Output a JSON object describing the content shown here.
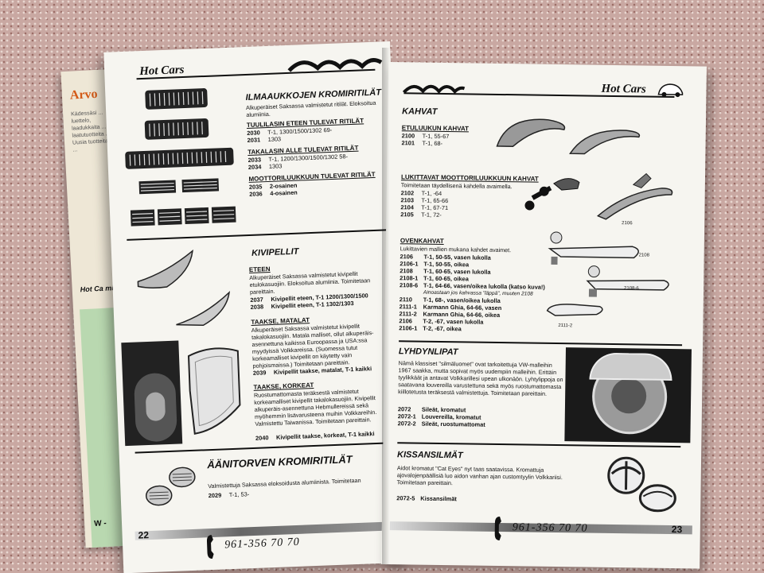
{
  "brand": "Hot Cars",
  "phone": "961-356 70 70",
  "back_page": {
    "title": "Arvo",
    "cover_text": "Kädessäsi ... luettelo, laadukkaita ... laatutuotteita ... Uusia tuotteita ...",
    "hot_text": "Hot Ca mitä V",
    "bottom_letter": "W -"
  },
  "left_page": {
    "page_number": "22",
    "grilles": {
      "title": "ILMAAUKKOJEN KROMIRITILÄT",
      "intro": "Alkuperäiset Saksassa valmistetut ritilät. Eloksoitua alumiinia.",
      "groups": [
        {
          "heading": "TUULILASIN ETEEN TULEVAT RITILÄT",
          "rows": [
            {
              "code": "2030",
              "desc": "T-1, 1300/1500/1302 69-"
            },
            {
              "code": "2031",
              "desc": "1303"
            }
          ]
        },
        {
          "heading": "TAKALASIN ALLE TULEVAT RITILÄT",
          "rows": [
            {
              "code": "2033",
              "desc": "T-1, 1200/1300/1500/1302 58-"
            },
            {
              "code": "2034",
              "desc": "1303"
            }
          ]
        },
        {
          "heading": "MOOTTORILUUKKUUN TULEVAT RITILÄT",
          "rows": [
            {
              "code": "2035",
              "desc": "2-osainen"
            },
            {
              "code": "2036",
              "desc": "4-osainen"
            }
          ]
        }
      ]
    },
    "kivipellit": {
      "title": "KIVIPELLIT",
      "eteen": {
        "heading": "ETEEN",
        "text": "Alkuperäiset Saksassa valmistetut kivipellit etulokasuojiin. Eloksoitua alumiinia. Toimitetaan pareittain.",
        "rows": [
          {
            "code": "2037",
            "desc": "Kivipellit eteen, T-1 1200/1300/1500"
          },
          {
            "code": "2038",
            "desc": "Kivipellit eteen, T-1 1302/1303"
          }
        ]
      },
      "matalat": {
        "heading": "TAAKSE, MATALAT",
        "text": "Alkuperäiset Saksassa valmistetut kivipellit takalokasuojiin. Matala malliset, ollut alkuperäis-asennettuna kaikissa Euroopassa ja USA:ssa myydyissä Volkkareissa. (Suomessa tutut korkeamalliset kivipellit on käytetty vain pohjoismaissa.) Toimitetaan pareittain.",
        "rows": [
          {
            "code": "2039",
            "desc": "Kivipellit taakse, matalat, T-1 kaikki"
          }
        ]
      },
      "korkeat": {
        "heading": "TAAKSE, KORKEAT",
        "text": "Ruostumattomasta teräksestä valmistetut korkeamalliset kivipellit takalokasuojiin. Kivipellit alkuperäis-asennettuna Hebmullereissä sekä myöhemmin lisävarusteena muihin Volkkareihin. Valmistettu Taiwanissa. Toimitetaan pareittain.",
        "rows": [
          {
            "code": "2040",
            "desc": "Kivipellit taakse, korkeat, T-1 kaikki"
          }
        ]
      }
    },
    "aanitorvi": {
      "title": "ÄÄNITORVEN KROMIRITILÄT",
      "text": "Valmistettuja Saksassa eloksoidusta alumiinista. Toimitetaan",
      "rows": [
        {
          "code": "2029",
          "desc": "T-1, 53-"
        }
      ]
    }
  },
  "right_page": {
    "page_number": "23",
    "kahvat": {
      "title": "KAHVAT",
      "etuluukun": {
        "heading": "ETULUUKUN KAHVAT",
        "rows": [
          {
            "code": "2100",
            "desc": "T-1, 55-67"
          },
          {
            "code": "2101",
            "desc": "T-1, 68-"
          }
        ]
      },
      "lukittavat": {
        "heading": "LUKITTAVAT MOOTTORILUUKKUUN KAHVAT",
        "text": "Toimitetaan täydellisenä kahdella avaimella.",
        "rows": [
          {
            "code": "2102",
            "desc": "T-1, -64"
          },
          {
            "code": "2103",
            "desc": "T-1, 65-66"
          },
          {
            "code": "2104",
            "desc": "T-1, 67-71"
          },
          {
            "code": "2105",
            "desc": "T-1, 72-"
          }
        ],
        "label": "2106"
      },
      "ovenkahvat": {
        "heading": "OVENKAHVAT",
        "text": "Lukittavien mallien mukana kahdet avaimet.",
        "rows": [
          {
            "code": "2106",
            "desc": "T-1, 50-55, vasen lukolla"
          },
          {
            "code": "2106-1",
            "desc": "T-1, 50-55, oikea"
          },
          {
            "code": "2108",
            "desc": "T-1, 60-65, vasen lukolla"
          },
          {
            "code": "2108-1",
            "desc": "T-1, 60-65, oikea"
          },
          {
            "code": "2108-6",
            "desc": "T-1, 64-66, vasen/oikea lukolla (katso kuva!)"
          }
        ],
        "note": "Ainoastaan jos kahvassa \"läppä\", muuten 2108",
        "rows2": [
          {
            "code": "2110",
            "desc": "T-1, 68-, vasen/oikea lukolla"
          },
          {
            "code": "2111-1",
            "desc": "Karmann Ghia, 64-66, vasen"
          },
          {
            "code": "2111-2",
            "desc": "Karmann Ghia, 64-66, oikea"
          },
          {
            "code": "2106",
            "desc": "T-2, -67, vasen lukolla"
          },
          {
            "code": "2106-1",
            "desc": "T-2, -67, oikea"
          }
        ],
        "labels": {
          "a": "2108",
          "b": "2108-6",
          "c": "2111-2"
        }
      }
    },
    "lyhdynlipat": {
      "title": "LYHDYNLIPAT",
      "text": "Nämä klassiset \"silmäluomet\" ovat tarkoitettuja VW-malleihin 1967 saakka, mutta sopivat myös uudempiin malleihin. Erittäin tyylikkäät ja antavat Volkkarillesi upean ulkonäön. Lyhtylippoja on saatavana louvereilla varustettuna sekä myös ruostumattomasta kiillotetusta teräksestä valmistettuja. Toimitetaan pareittain.",
      "rows": [
        {
          "code": "2072",
          "desc": "Sileät, kromatut"
        },
        {
          "code": "2072-1",
          "desc": "Louvereilla, kromatut"
        },
        {
          "code": "2072-2",
          "desc": "Sileät, ruostumattomat"
        }
      ]
    },
    "kissansilmat": {
      "title": "KISSANSILMÄT",
      "text": "Aidot kromatut \"Cat Eyes\" nyt taas saatavissa. Kromattuja ajovalojenpäällisiä luo aidon vanhan ajan customtyylin Volkkariisi. Toimitetaan pareittain.",
      "rows": [
        {
          "code": "2072-5",
          "desc": "Kissansilmät"
        }
      ]
    }
  }
}
